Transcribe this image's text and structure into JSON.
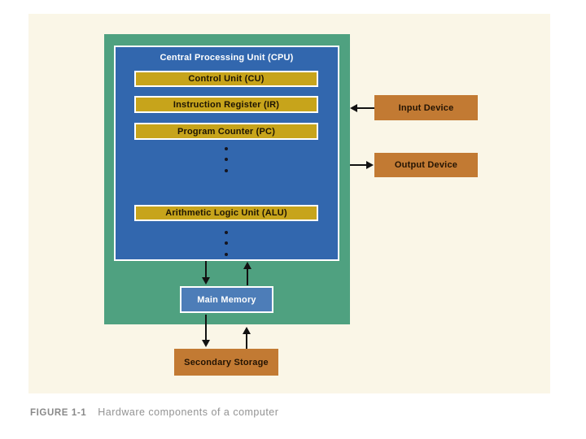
{
  "diagram": {
    "cpu_title": "Central Processing Unit (CPU)",
    "control_unit": "Control Unit (CU)",
    "instruction_register": "Instruction Register (IR)",
    "program_counter": "Program Counter (PC)",
    "alu": "Arithmetic Logic Unit (ALU)",
    "main_memory": "Main Memory",
    "secondary_storage": "Secondary Storage",
    "input_device": "Input Device",
    "output_device": "Output Device",
    "colors": {
      "panel_bg": "#faf6e7",
      "cpu_outer_green": "#4fa180",
      "cpu_blue": "#3267ae",
      "register_gold": "#c7a41b",
      "memory_blue": "#4d7db8",
      "device_orange": "#c27a33",
      "arrow_black": "#121212",
      "caption_gray": "#8f8f8f"
    }
  },
  "caption": {
    "label": "FIGURE 1-1",
    "text": "Hardware components of a computer"
  }
}
